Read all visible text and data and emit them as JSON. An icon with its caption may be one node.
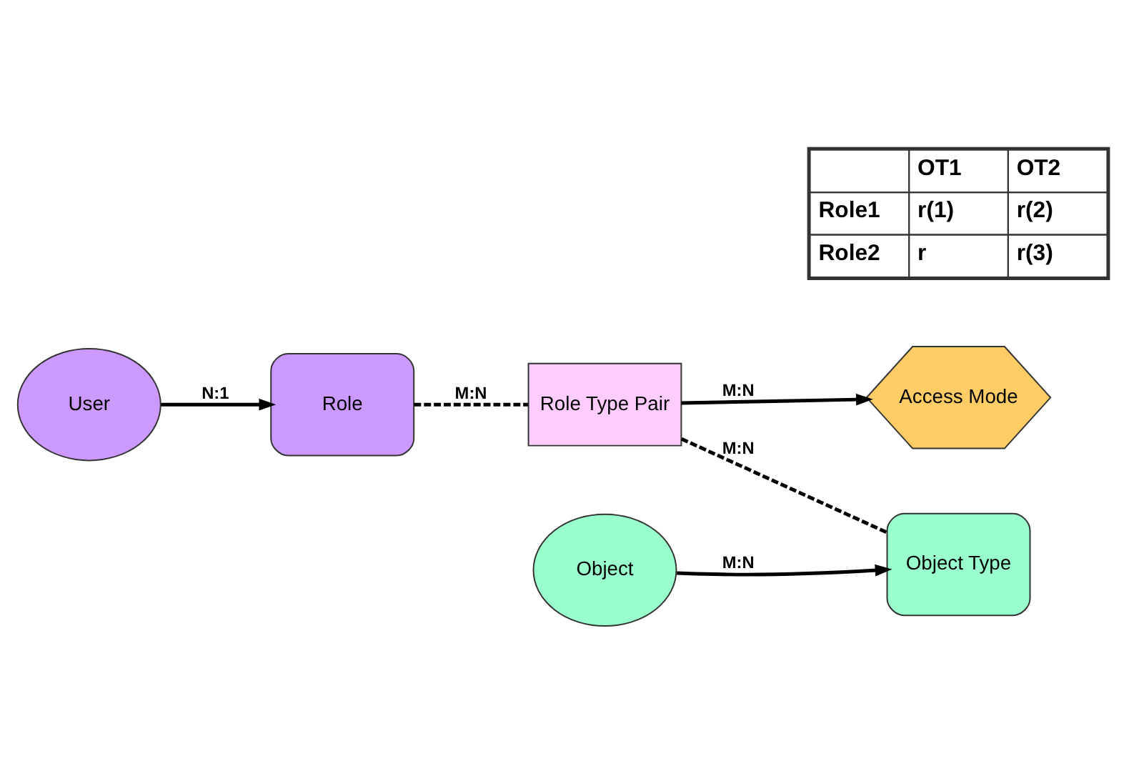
{
  "diagram": {
    "nodes": [
      {
        "text": [
          "User"
        ]
      },
      {
        "text": [
          "Role"
        ]
      },
      {
        "text": [
          "Role Type Pair"
        ]
      },
      {
        "text": [
          "Access Mode"
        ]
      },
      {
        "text": [
          "Object Type"
        ]
      },
      {
        "text": [
          "Object"
        ]
      }
    ],
    "edges": [
      {
        "from": 0,
        "to": 1,
        "arrow": "to",
        "label": "N:1"
      },
      {
        "from": 1,
        "to": 2,
        "arrow": "none",
        "style": "dashed",
        "label": "M:N"
      },
      {
        "from": 2,
        "to": 3,
        "arrow": "to",
        "label": "M:N"
      },
      {
        "from": 2,
        "to": 4,
        "arrow": "none",
        "style": "dashed",
        "label": "M:N"
      },
      {
        "from": 5,
        "to": 4,
        "arrow": "to",
        "label": "M:N"
      }
    ],
    "labels": [
      "OT1",
      "OT2",
      "Role1",
      "r(1)",
      "r(2)",
      "Role2",
      "r",
      "r(3)"
    ]
  }
}
